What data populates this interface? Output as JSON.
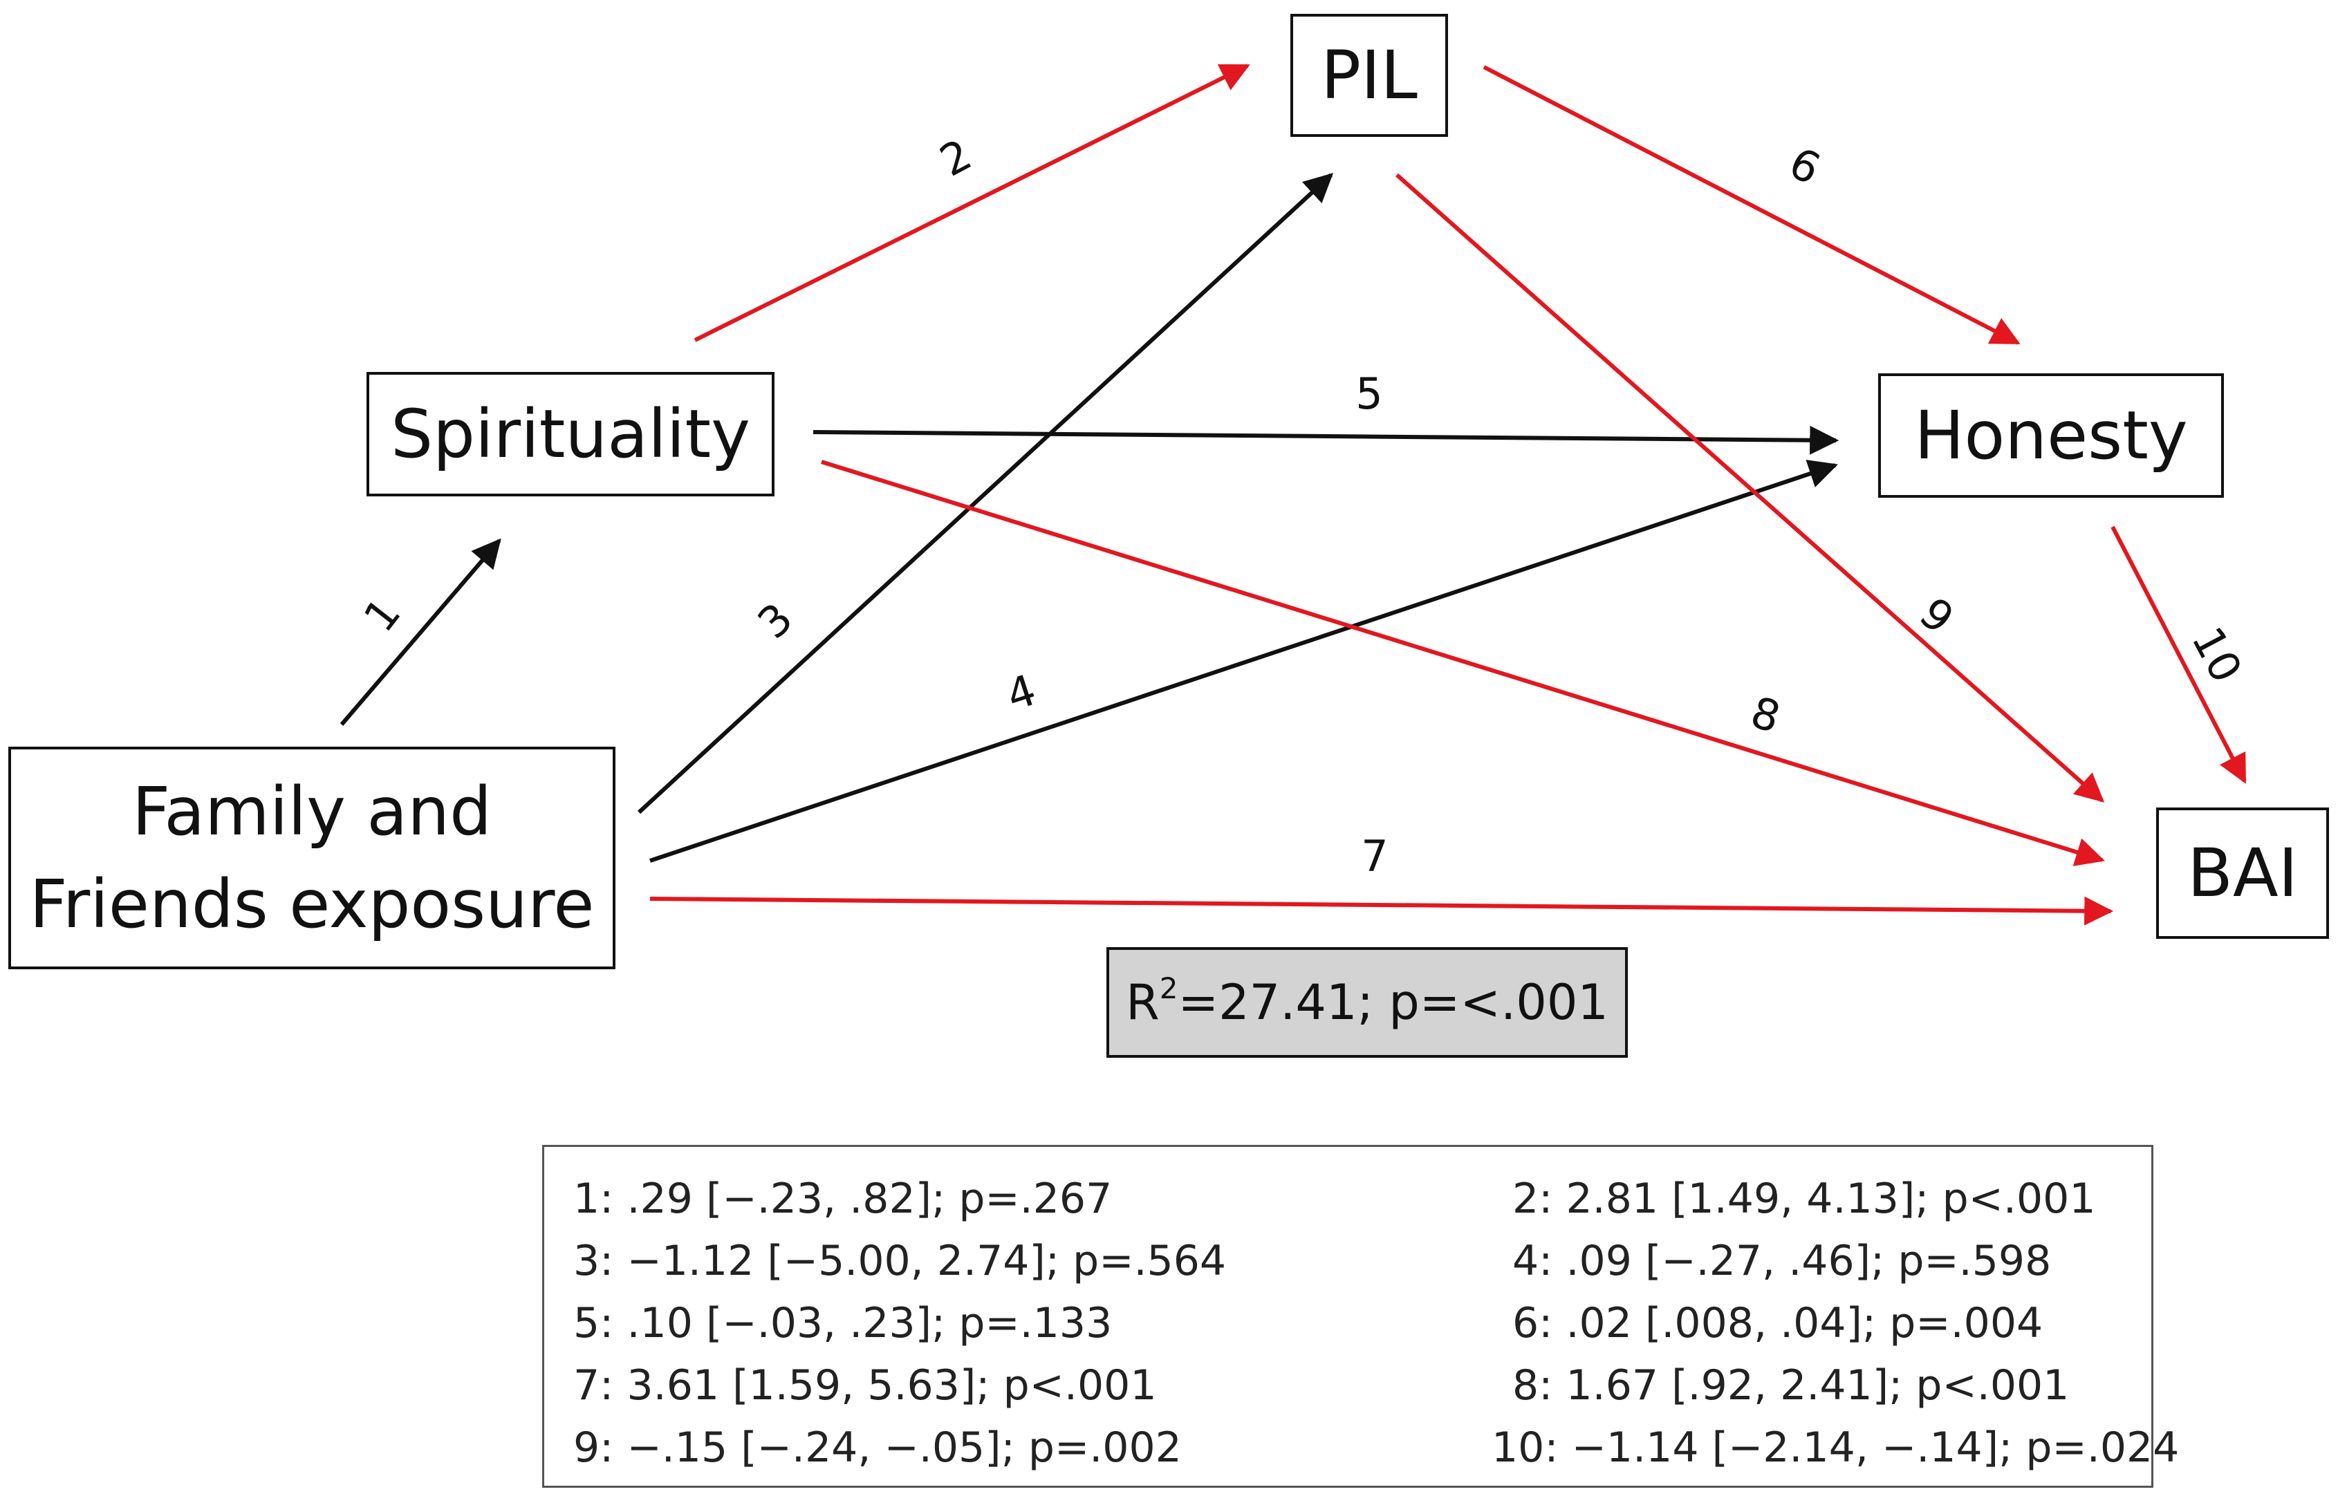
{
  "colors": {
    "significant": "#e3171f",
    "nonsignificant": "#111111",
    "r2_fill": "#d3d3d3"
  },
  "nodes": {
    "pil": "PIL",
    "spirituality": "Spirituality",
    "honesty": "Honesty",
    "family_line1": "Family and",
    "family_line2": "Friends exposure",
    "bai": "BAI"
  },
  "r2": {
    "prefix": "R",
    "sup": "2",
    "rest": "=27.41; p=<.001"
  },
  "paths": [
    {
      "id": "1",
      "from": "Family and Friends exposure",
      "to": "Spirituality",
      "significant": false
    },
    {
      "id": "2",
      "from": "Spirituality",
      "to": "PIL",
      "significant": true
    },
    {
      "id": "3",
      "from": "Family and Friends exposure",
      "to": "PIL",
      "significant": false
    },
    {
      "id": "4",
      "from": "Family and Friends exposure",
      "to": "Honesty",
      "significant": false
    },
    {
      "id": "5",
      "from": "Spirituality",
      "to": "Honesty",
      "significant": false
    },
    {
      "id": "6",
      "from": "PIL",
      "to": "Honesty",
      "significant": true
    },
    {
      "id": "7",
      "from": "Family and Friends exposure",
      "to": "BAI",
      "significant": true
    },
    {
      "id": "8",
      "from": "Spirituality",
      "to": "BAI",
      "significant": true
    },
    {
      "id": "9",
      "from": "PIL",
      "to": "BAI",
      "significant": true
    },
    {
      "id": "10",
      "from": "Honesty",
      "to": "BAI",
      "significant": true
    }
  ],
  "legend": [
    "1: .29 [−.23, .82]; p=.267",
    "2: 2.81 [1.49, 4.13]; p<.001",
    "3: −1.12 [−5.00, 2.74]; p=.564",
    "4: .09 [−.27, .46]; p=.598",
    "5: .10 [−.03, .23]; p=.133",
    "6: .02 [.008, .04]; p=.004",
    "7: 3.61 [1.59, 5.63]; p<.001",
    "8: 1.67 [.92, 2.41]; p<.001",
    "9: −.15 [−.24, −.05]; p=.002",
    "10: −1.14 [−2.14, −.14]; p=.024"
  ]
}
